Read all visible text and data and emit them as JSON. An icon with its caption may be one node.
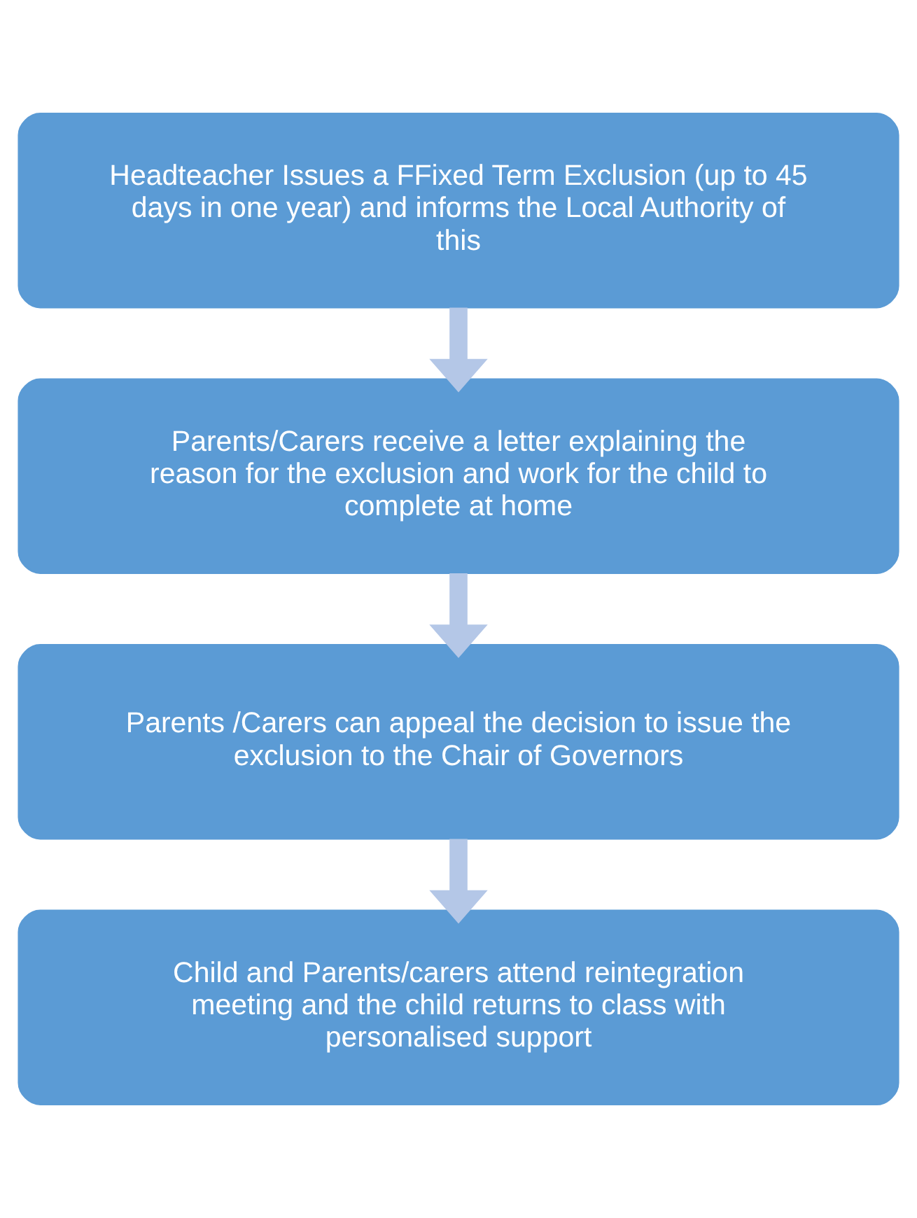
{
  "diagram": {
    "nodes": [
      {
        "text": [
          "Headteacher Issues a FFixed Term Exclusion (up to 45 days in one year) and informs the Local Authority of this"
        ]
      },
      {
        "text": [
          "Parents/Carers receive a letter explaining the reason for the exclusion and work for the child to complete at home"
        ]
      },
      {
        "text": [
          "Parents /Carers can appeal the decision to issue the exclusion to the Chair of Governors"
        ]
      },
      {
        "text": [
          "Child and Parents/carers attend reintegration meeting and the child returns to class with personalised support"
        ]
      }
    ],
    "edges": [
      {
        "from": 0,
        "to": 1,
        "arrow": "to"
      },
      {
        "from": 1,
        "to": 2,
        "arrow": "to"
      },
      {
        "from": 2,
        "to": 3,
        "arrow": "to"
      }
    ]
  }
}
